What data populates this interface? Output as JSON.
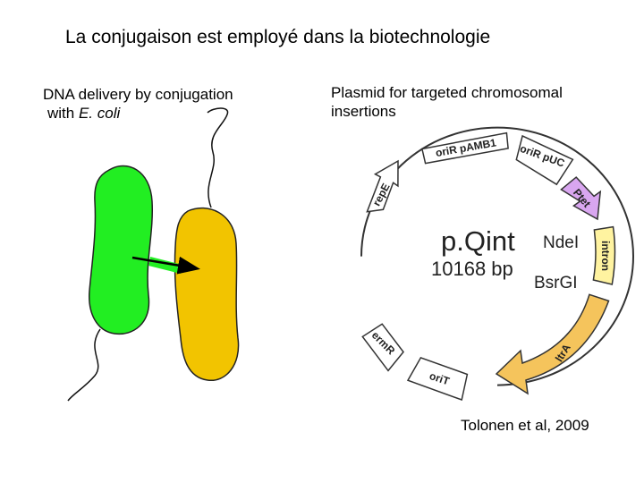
{
  "title": "La conjugaison est employé dans la biotechnologie",
  "left_caption": {
    "line1": "DNA delivery by conjugation",
    "line2_prefix": "with ",
    "line2_italic": "E. coli"
  },
  "right_caption": {
    "line1": "Plasmid for targeted chromosomal",
    "line2": "insertions"
  },
  "plasmid": {
    "name": "p.Qint",
    "size": "10168 bp",
    "sites": [
      "NdeI",
      "BsrGI"
    ],
    "segments": [
      {
        "label": "oriR pAMB1",
        "color": "#ffffff"
      },
      {
        "label": "oriR pUC",
        "color": "#ffffff"
      },
      {
        "label": "Ptet",
        "color": "#d9a6f0"
      },
      {
        "label": "intron",
        "color": "#fff3a0"
      },
      {
        "label": "ltrA",
        "color": "#f5c45c"
      },
      {
        "label": "oriT",
        "color": "#ffffff"
      },
      {
        "label": "ermR",
        "color": "#ffffff"
      },
      {
        "label": "repE",
        "color": "#ffffff"
      }
    ]
  },
  "colors": {
    "donor_cell": "#22ee22",
    "recipient_cell": "#f2c400"
  },
  "citation": "Tolonen et al, 2009"
}
